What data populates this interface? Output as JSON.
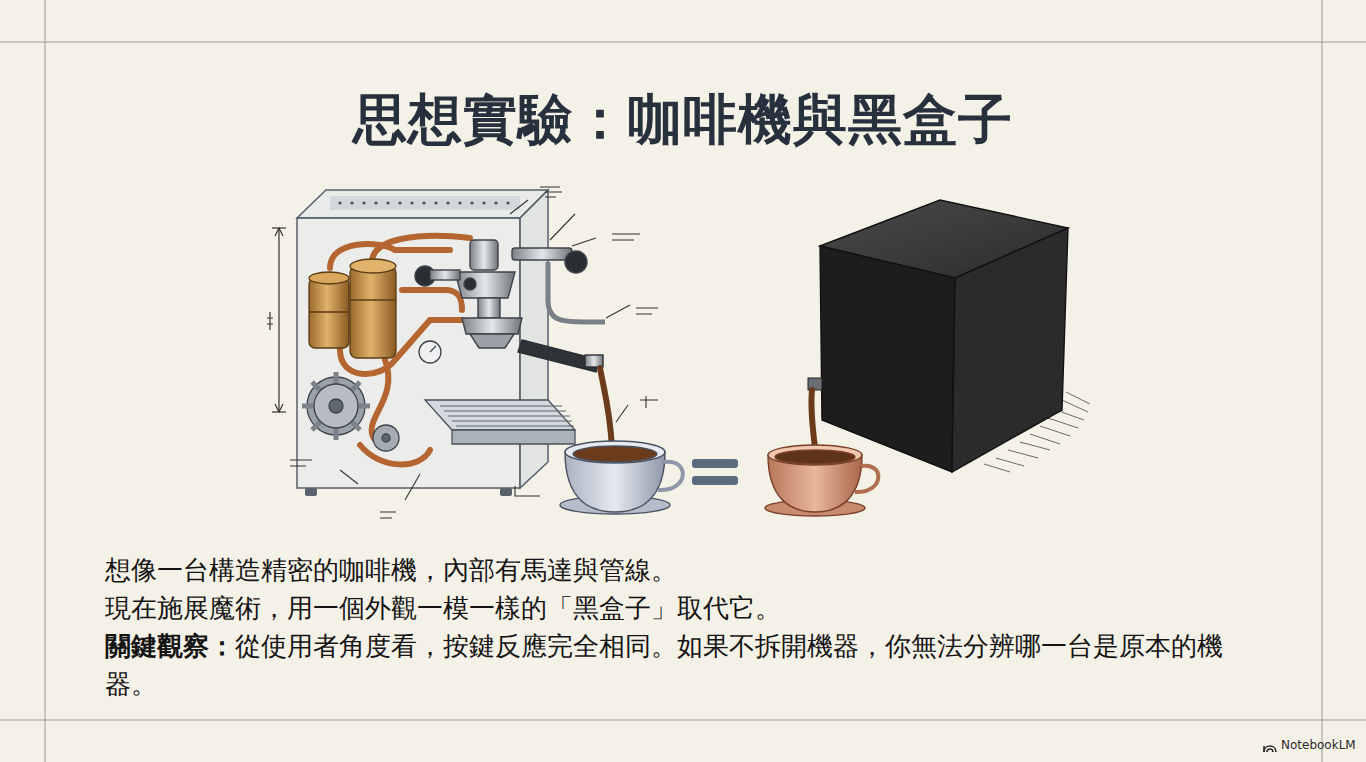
{
  "diagram": {
    "title": "思想實驗：咖啡機與黑盒子",
    "labels": [
      "想像一台構造精密的咖啡機，內部有馬達與管線。",
      "現在施展魔術，用一個外觀一模一樣的「黑盒子」取代它。",
      "關鍵觀察：",
      "從使用者角度看，按鍵反應完全相同。如果不拆開機器，你無法分辨哪一台是原本的機器。",
      "NotebookLM"
    ]
  }
}
